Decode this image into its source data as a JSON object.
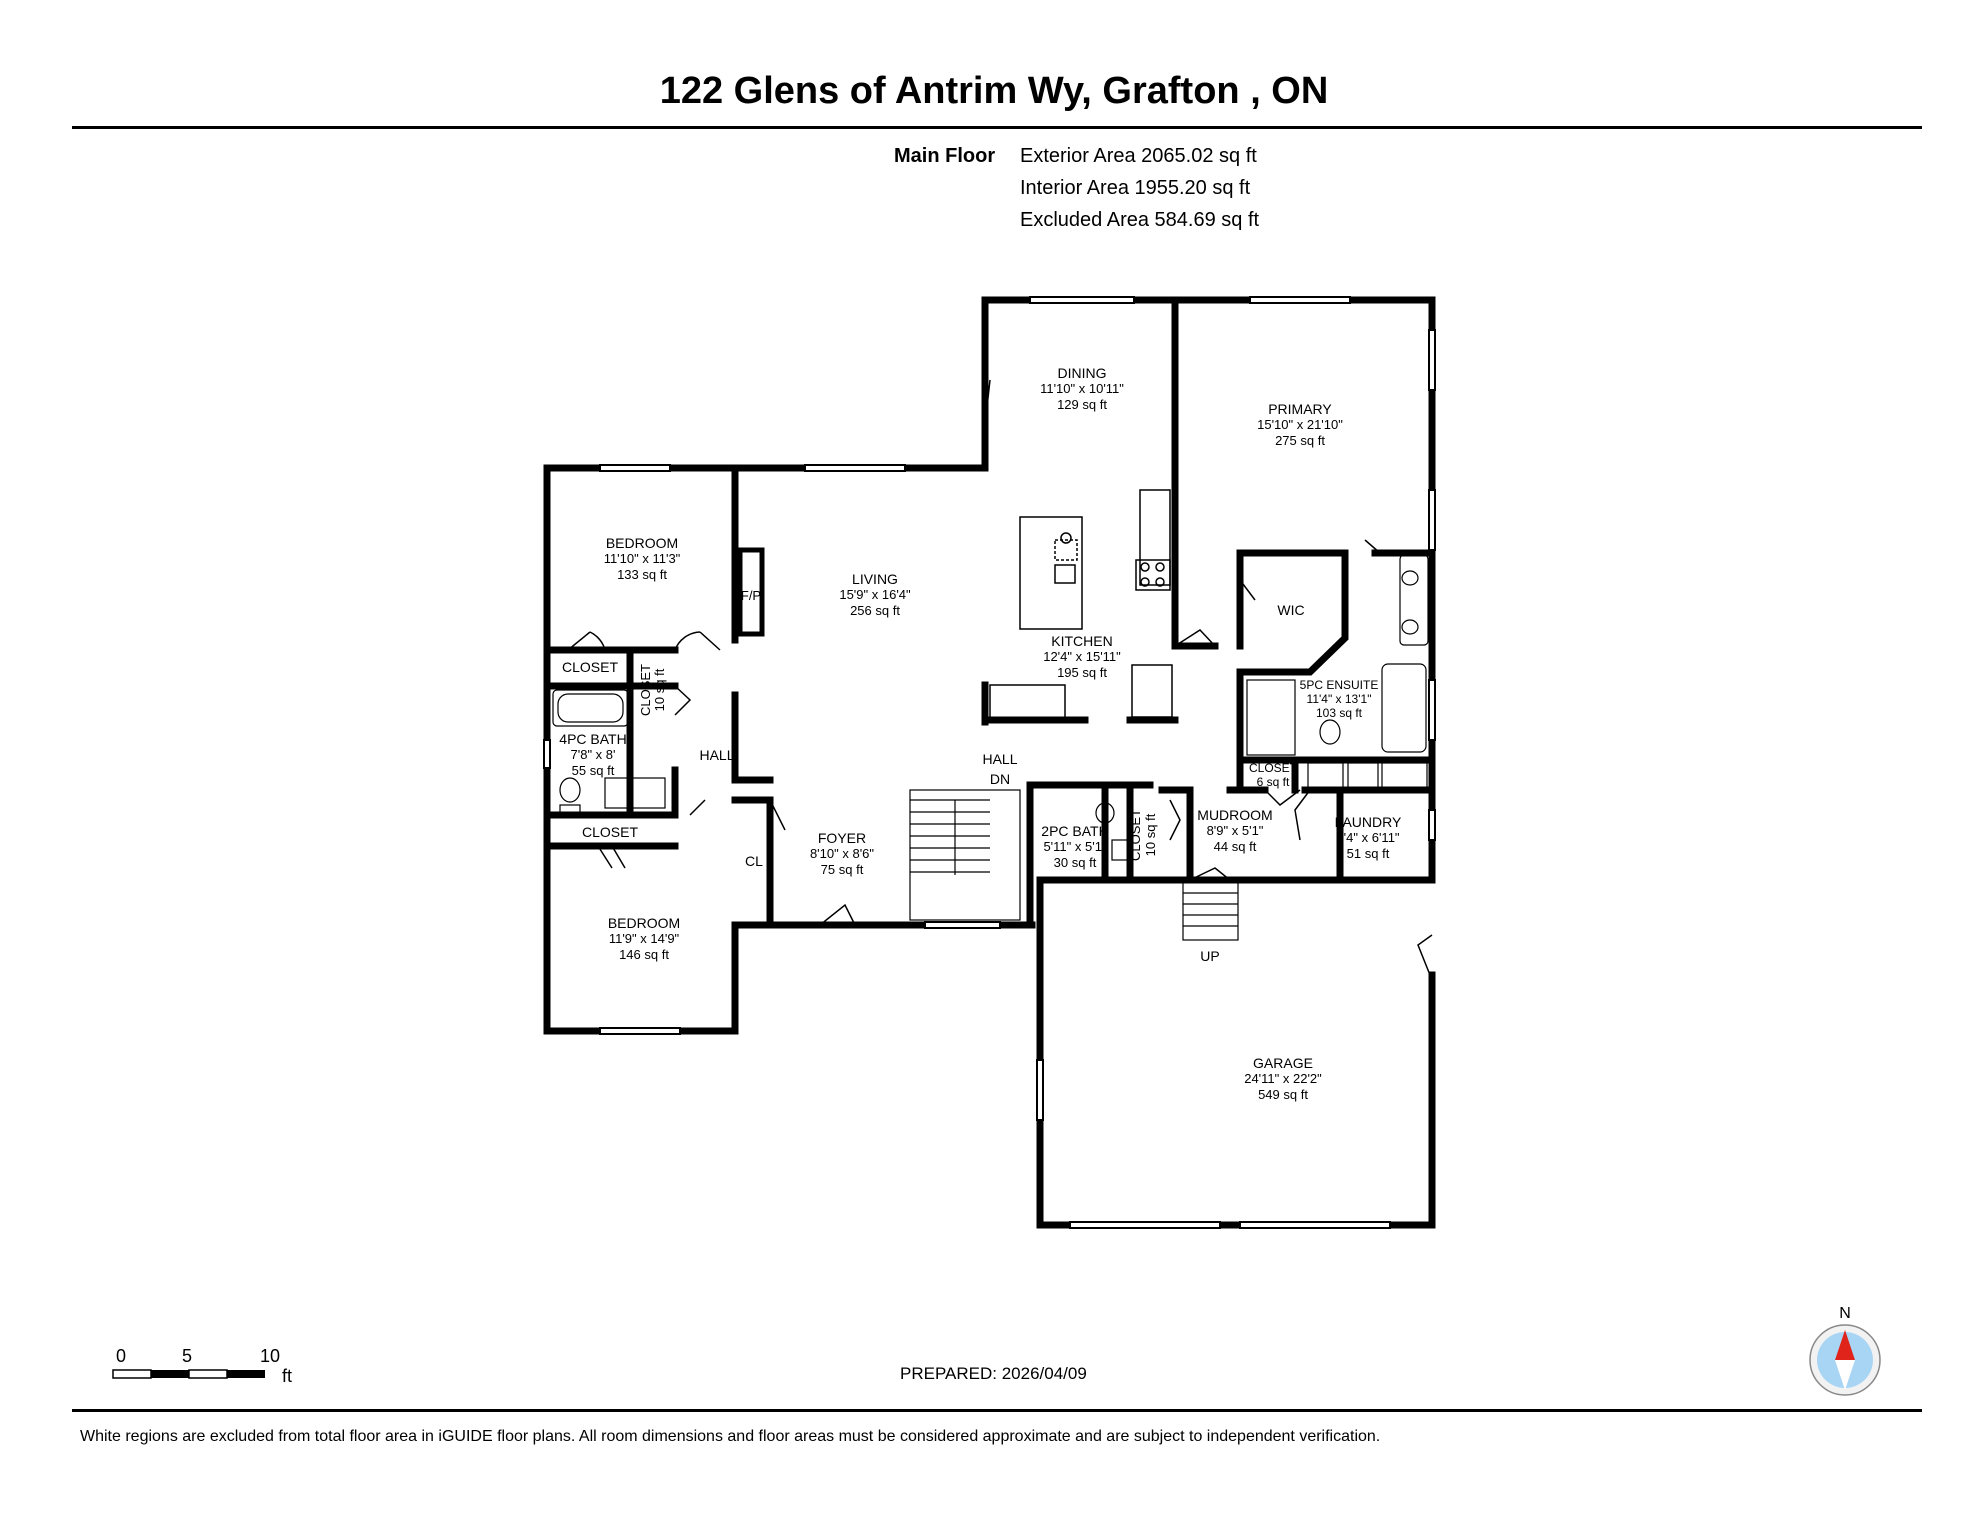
{
  "title": "122 Glens of Antrim Wy, Grafton , ON",
  "floor_label": "Main Floor",
  "areas": [
    "Exterior Area 2065.02 sq ft",
    "Interior Area 1955.20 sq ft",
    "Excluded Area 584.69 sq ft"
  ],
  "rooms": {
    "dining": {
      "name": "DINING",
      "dims": "11'10\" x 10'11\"",
      "area": "129 sq ft"
    },
    "primary": {
      "name": "PRIMARY",
      "dims": "15'10\" x 21'10\"",
      "area": "275 sq ft"
    },
    "bedroom1": {
      "name": "BEDROOM",
      "dims": "11'10\" x 11'3\"",
      "area": "133 sq ft"
    },
    "living": {
      "name": "LIVING",
      "dims": "15'9\" x 16'4\"",
      "area": "256 sq ft"
    },
    "fp": {
      "name": "F/P"
    },
    "kitchen": {
      "name": "KITCHEN",
      "dims": "12'4\" x 15'11\"",
      "area": "195 sq ft"
    },
    "wic": {
      "name": "WIC"
    },
    "ensuite": {
      "name": "5PC ENSUITE",
      "dims": "11'4\" x 13'1\"",
      "area": "103 sq ft"
    },
    "closet1": {
      "name": "CLOSET"
    },
    "closet2": {
      "name": "CLOSET",
      "area": "10 sq ft"
    },
    "bath4": {
      "name": "4PC BATH",
      "dims": "7'8\" x 8'",
      "area": "55 sq ft"
    },
    "hall1": {
      "name": "HALL"
    },
    "hall2": {
      "name": "HALL",
      "sub": "DN"
    },
    "closet_e": {
      "name": "CLOSET",
      "area": "6 sq ft"
    },
    "closet3": {
      "name": "CLOSET"
    },
    "foyer": {
      "name": "FOYER",
      "dims": "8'10\" x 8'6\"",
      "area": "75 sq ft"
    },
    "cl": {
      "name": "CL"
    },
    "bath2": {
      "name": "2PC BATH",
      "dims": "5'11\" x 5'1\"",
      "area": "30 sq ft"
    },
    "closet4": {
      "name": "CLOSET",
      "area": "10 sq ft"
    },
    "mudroom": {
      "name": "MUDROOM",
      "dims": "8'9\" x 5'1\"",
      "area": "44 sq ft"
    },
    "laundry": {
      "name": "LAUNDRY",
      "dims": "7'4\" x 6'11\"",
      "area": "51 sq ft"
    },
    "bedroom2": {
      "name": "BEDROOM",
      "dims": "11'9\" x 14'9\"",
      "area": "146 sq ft"
    },
    "up": {
      "name": "UP"
    },
    "garage": {
      "name": "GARAGE",
      "dims": "24'11\" x 22'2\"",
      "area": "549 sq ft"
    }
  },
  "scale": {
    "ticks": [
      "0",
      "5",
      "10"
    ],
    "unit": "ft"
  },
  "compass": {
    "label": "N",
    "needle_color": "#e0241b",
    "face_color": "#a9d5f5"
  },
  "prepared": "PREPARED: 2026/04/09",
  "disclaimer": "White regions are excluded from total floor area in iGUIDE floor plans. All room dimensions and floor areas must be considered approximate and are subject to independent verification."
}
